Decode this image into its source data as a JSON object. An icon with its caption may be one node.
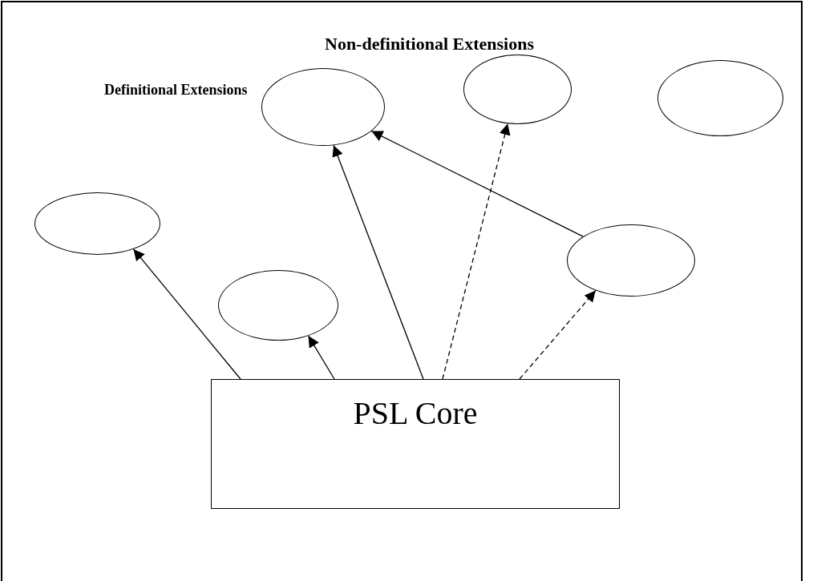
{
  "diagram": {
    "nodes": [
      {
        "text": [
          "PSL Core"
        ]
      },
      {
        "text": [],
        "shape": "ellipse"
      },
      {
        "text": [],
        "shape": "ellipse"
      },
      {
        "text": [],
        "shape": "ellipse"
      },
      {
        "text": [],
        "shape": "ellipse"
      },
      {
        "text": [],
        "shape": "ellipse"
      },
      {
        "text": [],
        "shape": "ellipse"
      }
    ],
    "edges": [
      {
        "from": 0,
        "to": 4,
        "arrow": "to"
      },
      {
        "from": 0,
        "to": 6,
        "arrow": "to"
      },
      {
        "from": 0,
        "to": 3,
        "arrow": "to"
      },
      {
        "from": 0,
        "to": 1,
        "arrow": "to",
        "style": "dashed"
      },
      {
        "from": 0,
        "to": 5,
        "arrow": "to",
        "style": "dashed"
      },
      {
        "from": 5,
        "to": 3,
        "arrow": "to"
      }
    ],
    "labels": [
      "Non-definitional Extensions",
      "Definitional Extensions"
    ]
  }
}
